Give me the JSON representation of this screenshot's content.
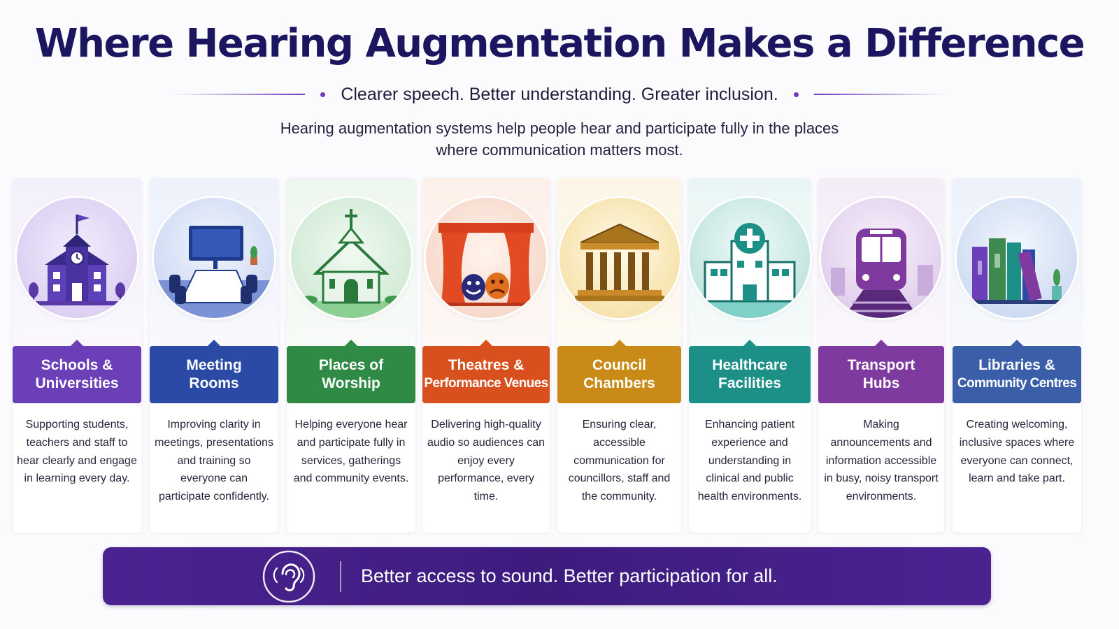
{
  "header": {
    "title": "Where Hearing Augmentation Makes a Difference",
    "tagline": "Clearer speech. Better understanding. Greater inclusion.",
    "intro_line1": "Hearing augmentation systems help people hear and participate fully in the places",
    "intro_line2": "where communication matters most."
  },
  "cards": [
    {
      "title_line1": "Schools &",
      "title_line2": "Universities",
      "icon": "school-icon",
      "color": "#6a3fb8",
      "description": "Supporting students, teachers and staff to hear clearly and engage in learning every day."
    },
    {
      "title_line1": "Meeting",
      "title_line2": "Rooms",
      "icon": "meeting-room-icon",
      "color": "#2b4aa6",
      "description": "Improving clarity in meetings, presentations and training so everyone can participate confidently."
    },
    {
      "title_line1": "Places of",
      "title_line2": "Worship",
      "icon": "church-icon",
      "color": "#2f8a45",
      "description": "Helping everyone hear and participate fully in services, gatherings and community events."
    },
    {
      "title_line1": "Theatres &",
      "title_line2": "Performance Venues",
      "icon": "theatre-icon",
      "color": "#d8501d",
      "description": "Delivering high-quality audio so audiences can enjoy every performance, every time."
    },
    {
      "title_line1": "Council",
      "title_line2": "Chambers",
      "icon": "council-building-icon",
      "color": "#c98a18",
      "description": "Ensuring clear, accessible communication for councillors, staff and the community."
    },
    {
      "title_line1": "Healthcare",
      "title_line2": "Facilities",
      "icon": "hospital-icon",
      "color": "#1c8f86",
      "description": "Enhancing patient experience and understanding in clinical and public health environments."
    },
    {
      "title_line1": "Transport",
      "title_line2": "Hubs",
      "icon": "train-icon",
      "color": "#7e3a9e",
      "description": "Making announcements and information accessible in busy, noisy transport environments."
    },
    {
      "title_line1": "Libraries &",
      "title_line2": "Community Centres",
      "icon": "books-icon",
      "color": "#3a5ea8",
      "description": "Creating welcoming, inclusive spaces where everyone can connect, learn and take part."
    }
  ],
  "footer": {
    "icon": "ear-icon",
    "text": "Better access to sound. Better participation for all."
  }
}
